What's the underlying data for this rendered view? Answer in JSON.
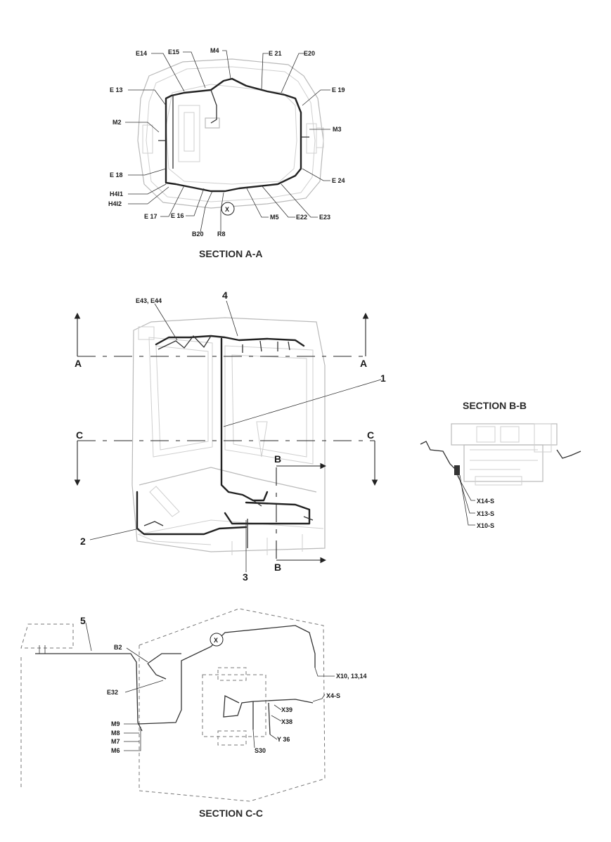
{
  "section_aa": {
    "title": "SECTION A-A",
    "labels": [
      "E14",
      "E15",
      "M4",
      "E 21",
      "E20",
      "E 13",
      "E 19",
      "M2",
      "M3",
      "E 18",
      "E 24",
      "H4I1",
      "H4I2",
      "E 17",
      "E 16",
      "B20",
      "R8",
      "M5",
      "E22",
      "E23"
    ],
    "marker": "X"
  },
  "main_view": {
    "cut_letters": [
      "A",
      "A",
      "C",
      "C",
      "B",
      "B"
    ],
    "callouts": [
      "E43, E44",
      "4",
      "1",
      "2",
      "3"
    ]
  },
  "section_bb": {
    "title": "SECTION B-B",
    "labels": [
      "X14-S",
      "X13-S",
      "X10-S"
    ]
  },
  "section_cc": {
    "title": "SECTION C-C",
    "callout": "5",
    "marker": "X",
    "labels": [
      "B2",
      "E32",
      "M9",
      "M8",
      "M7",
      "M6",
      "X10, 13,14",
      "X4-S",
      "X39",
      "X38",
      "Y 36",
      "S30"
    ]
  },
  "colors": {
    "line": "#222222",
    "frame": "#b9b9b9",
    "dashed": "#777777"
  }
}
